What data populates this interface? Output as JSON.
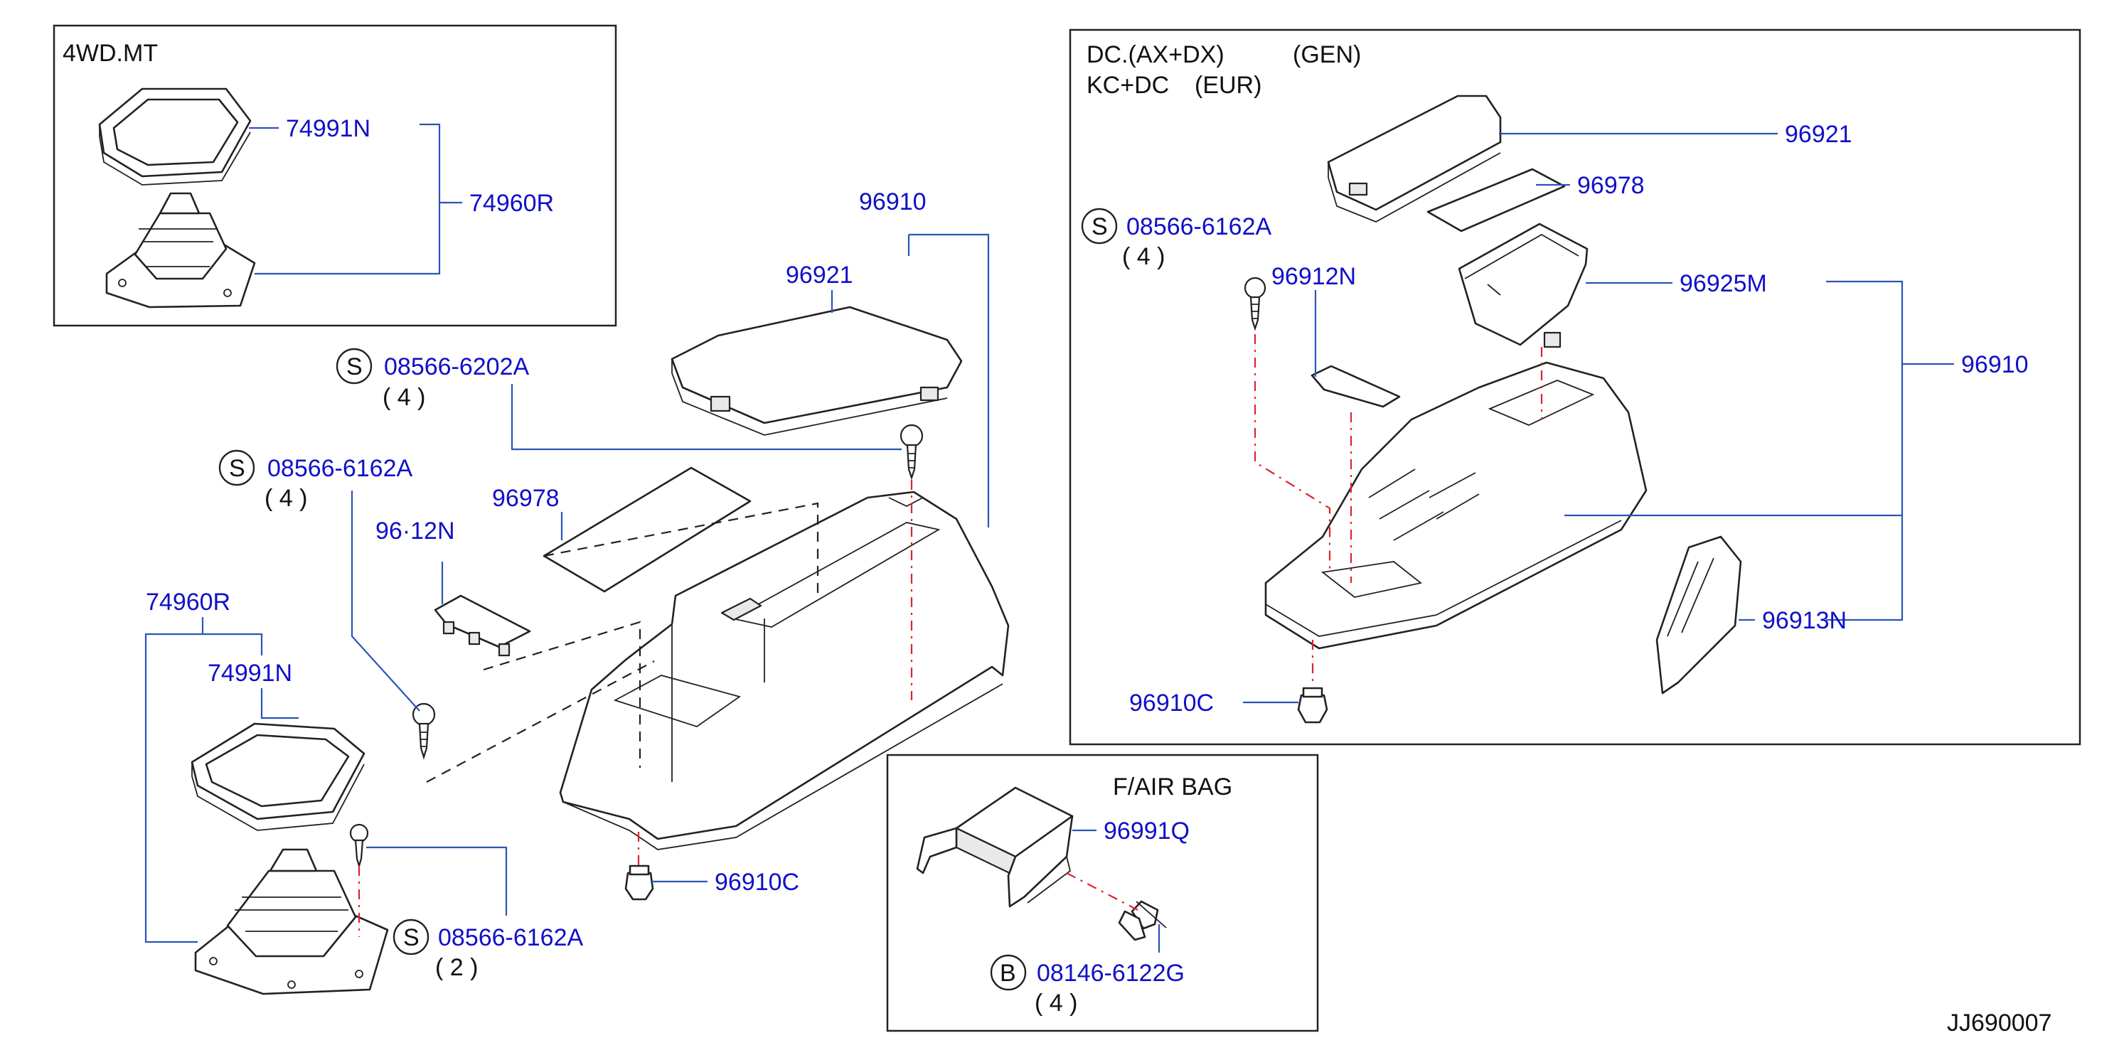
{
  "diagram_code": "JJ690007",
  "insets": {
    "4wd_mt": {
      "title": "4WD.MT"
    },
    "dc_variant": {
      "title_line1_left": "DC.(AX+DX)",
      "title_line1_right": "(GEN)",
      "title_line2_left": "KC+DC",
      "title_line2_right": "(EUR)"
    },
    "f_air_bag": {
      "title": "F/AIR  BAG"
    }
  },
  "symbols": {
    "screw_set": "S",
    "bolt_set": "B"
  },
  "labels": {
    "inset_mt_boot_plate": "74991N",
    "inset_mt_boot_assy": "74960R",
    "main_console_assy": "96910",
    "main_lid": "96921",
    "main_screw_upper": "08566-6202A",
    "main_screw_upper_qty": "( 4 )",
    "main_screw_side": "08566-6162A",
    "main_screw_side_qty": "( 4 )",
    "main_mat": "96978",
    "main_partial": "96·12N",
    "main_boot_assy": "74960R",
    "main_boot_plate": "74991N",
    "main_clip": "96910C",
    "main_screw_lower": "08566-6162A",
    "main_screw_lower_qty": "( 2 )",
    "airbag_bracket": "96991Q",
    "airbag_bolt": "08146-6122G",
    "airbag_bolt_qty": "( 4 )",
    "dc_lid": "96921",
    "dc_mat": "96978",
    "dc_screw": "08566-6162A",
    "dc_screw_qty": "( 4 )",
    "dc_cover": "96912N",
    "dc_box": "96925M",
    "dc_console_assy": "96910",
    "dc_side_panel": "96913N",
    "dc_clip": "96910C"
  },
  "colors": {
    "part_number": "#1010c8",
    "leader_line": "#2a55b5",
    "center_line": "#e0222a",
    "outline": "#222222"
  }
}
